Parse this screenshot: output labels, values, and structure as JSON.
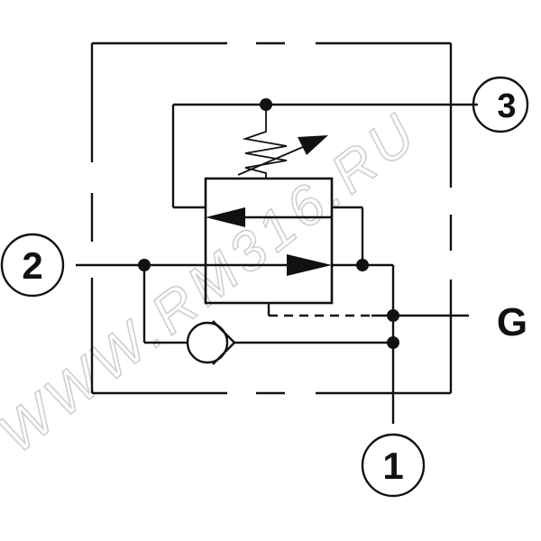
{
  "ports": {
    "port_1": "1",
    "port_2": "2",
    "port_3": "3",
    "port_g": "G"
  },
  "watermark": "WWW.RM316.RU",
  "colors": {
    "line": "#111111",
    "watermark": "#d9d9d9",
    "background": "#ffffff"
  }
}
